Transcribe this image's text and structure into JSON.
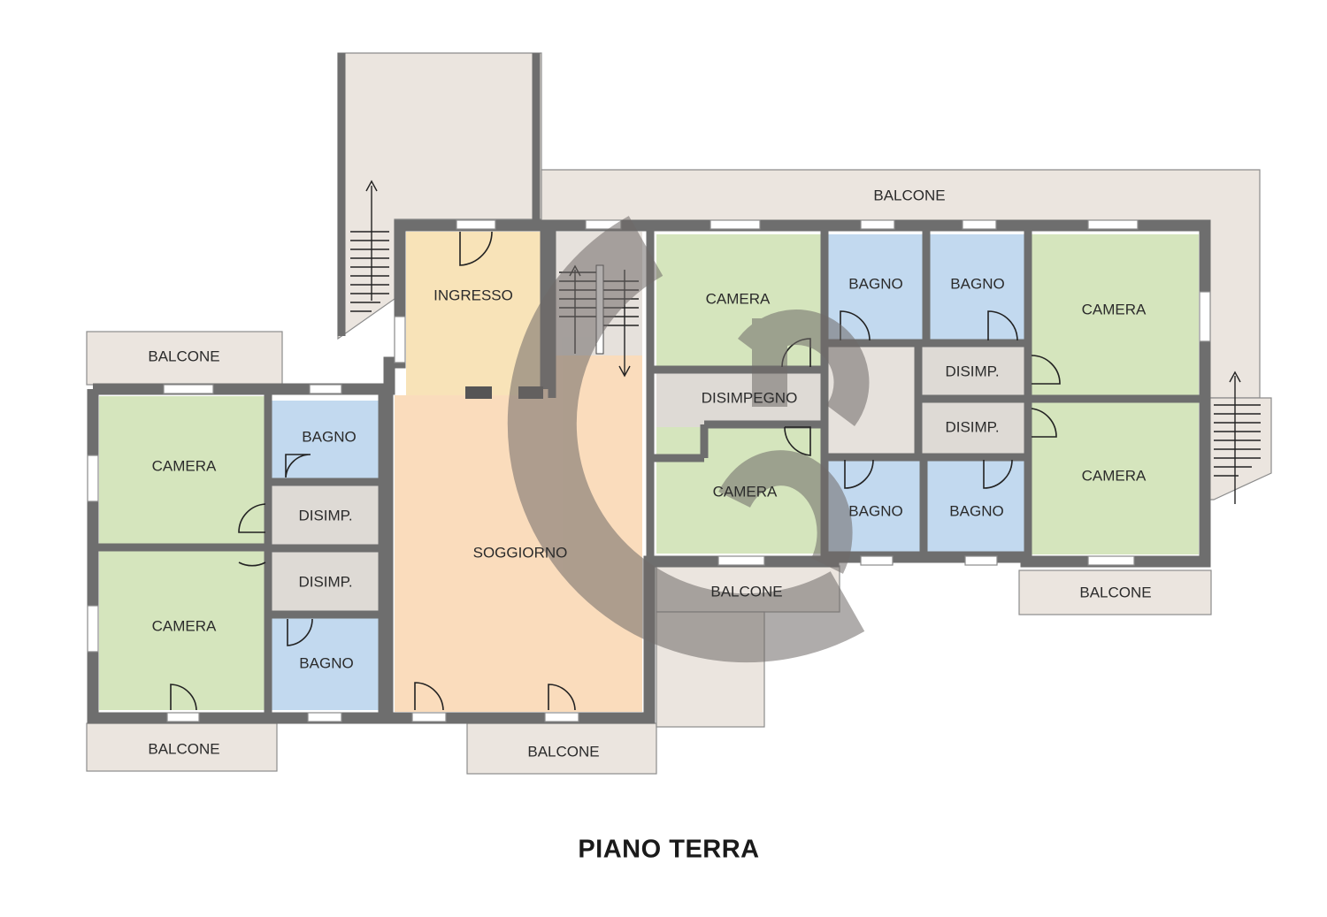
{
  "plan": {
    "title": "PIANO TERRA",
    "colors": {
      "camera": "#d5e5bd",
      "bagno": "#c2d9ef",
      "disimpegno": "#dedad5",
      "ingresso": "#f8e3b8",
      "soggiorno": "#fadcbc",
      "balcone": "#ebe5df",
      "wall": "#6e6e6e"
    },
    "rooms": [
      {
        "key": "balcone_top",
        "label": "BALCONE"
      },
      {
        "key": "ingresso",
        "label": "INGRESSO"
      },
      {
        "key": "soggiorno",
        "label": "SOGGIORNO"
      },
      {
        "key": "camera_top_center",
        "label": "CAMERA"
      },
      {
        "key": "bagno_top_1",
        "label": "BAGNO"
      },
      {
        "key": "bagno_top_2",
        "label": "BAGNO"
      },
      {
        "key": "camera_top_right",
        "label": "CAMERA"
      },
      {
        "key": "disimp_right_1",
        "label": "DISIMP."
      },
      {
        "key": "disimp_right_2",
        "label": "DISIMP."
      },
      {
        "key": "camera_right_lower",
        "label": "CAMERA"
      },
      {
        "key": "disimpegno",
        "label": "DISIMPEGNO"
      },
      {
        "key": "camera_center",
        "label": "CAMERA"
      },
      {
        "key": "bagno_center_1",
        "label": "BAGNO"
      },
      {
        "key": "bagno_center_2",
        "label": "BAGNO"
      },
      {
        "key": "balcone_center",
        "label": "BALCONE"
      },
      {
        "key": "balcone_right",
        "label": "BALCONE"
      },
      {
        "key": "balcone_left_top",
        "label": "BALCONE"
      },
      {
        "key": "camera_left_top",
        "label": "CAMERA"
      },
      {
        "key": "bagno_left_top",
        "label": "BAGNO"
      },
      {
        "key": "disimp_left_1",
        "label": "DISIMP."
      },
      {
        "key": "disimp_left_2",
        "label": "DISIMP."
      },
      {
        "key": "camera_left_bottom",
        "label": "CAMERA"
      },
      {
        "key": "bagno_left_bottom",
        "label": "BAGNO"
      },
      {
        "key": "balcone_left_bottom",
        "label": "BALCONE"
      },
      {
        "key": "balcone_bottom",
        "label": "BALCONE"
      }
    ]
  }
}
